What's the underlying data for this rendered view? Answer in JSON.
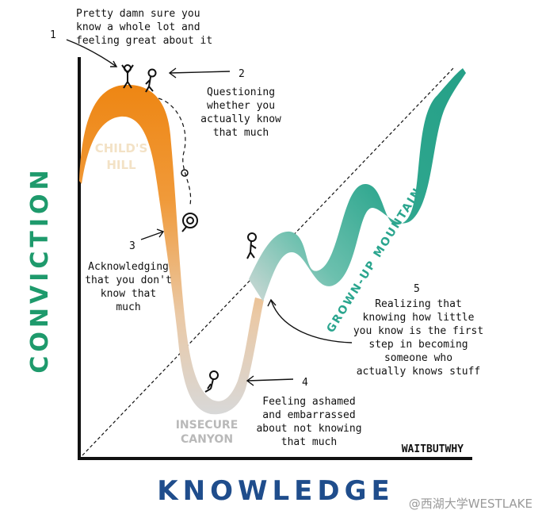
{
  "axes": {
    "y_label": "CONVICTION",
    "x_label": "KNOWLEDGE"
  },
  "regions": {
    "hill": [
      "CHILD'S",
      "HILL"
    ],
    "canyon": [
      "INSECURE",
      "CANYON"
    ],
    "mountain": "GROWN-UP MOUNTAIN"
  },
  "annotations": [
    {
      "number": "1",
      "lines": [
        "Pretty damn sure you",
        "know a whole lot and",
        "feeling great about it"
      ]
    },
    {
      "number": "2",
      "lines": [
        "Questioning",
        "whether you",
        "actually know",
        "that much"
      ]
    },
    {
      "number": "3",
      "lines": [
        "Acknowledging",
        "that you don't",
        "know that",
        "much"
      ]
    },
    {
      "number": "4",
      "lines": [
        "Feeling ashamed",
        "and embarrassed",
        "about not knowing",
        "that much"
      ]
    },
    {
      "number": "5",
      "lines": [
        "Realizing that",
        "knowing how little",
        "you know is the first",
        "step in becoming",
        "someone who",
        "actually knows stuff"
      ]
    }
  ],
  "credit": "WAITBUTWHY",
  "watermark": "@西湖大学WESTLAKE",
  "colors": {
    "hill": "#ef8a1a",
    "hill_fade": "#e9c7a0",
    "canyon": "#d6d6d6",
    "mountain": "#2aa58e",
    "axis_y_text": "#1e9a6c",
    "axis_x_text": "#1f4d8c",
    "ink": "#111111"
  }
}
